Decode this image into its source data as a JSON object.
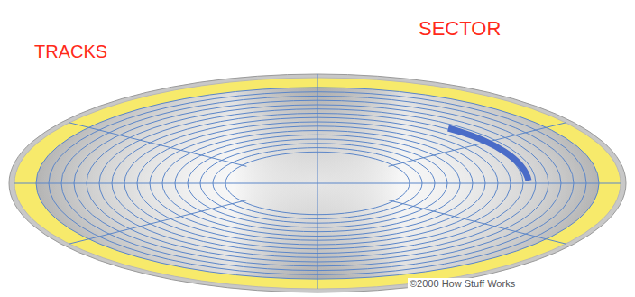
{
  "diagram": {
    "labels": [
      "TRACKS",
      "SECTOR",
      "©2000 How Stuff Works"
    ]
  }
}
